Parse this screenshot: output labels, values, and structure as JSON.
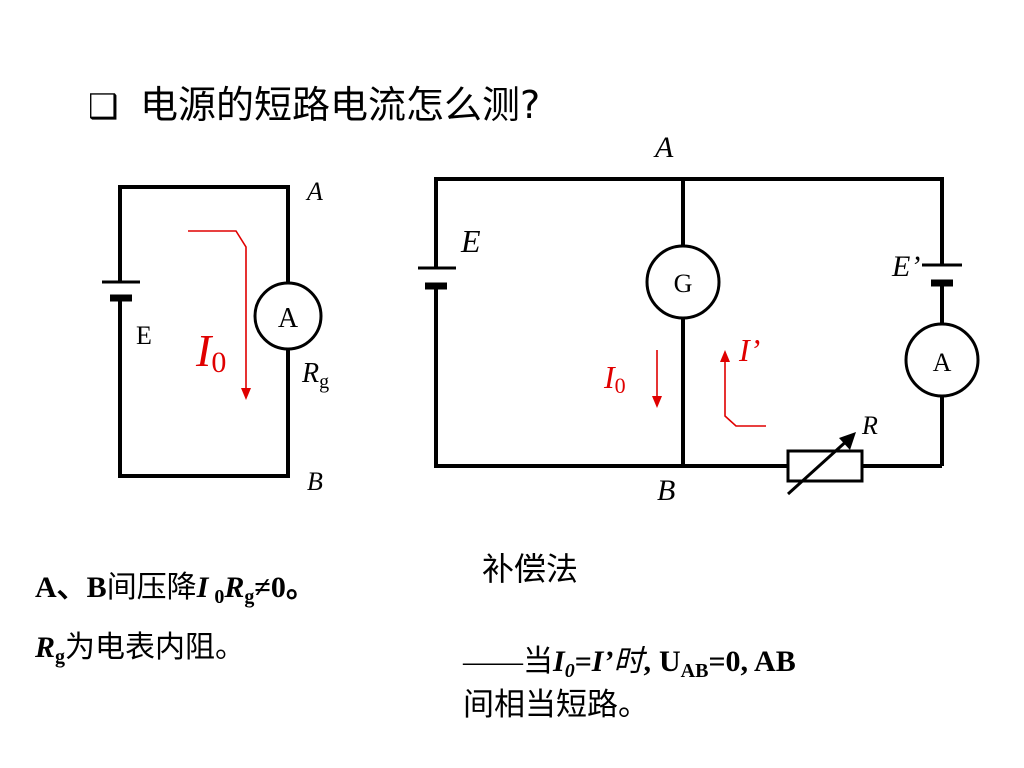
{
  "title": {
    "bullet": "❑",
    "text": "电源的短路电流怎么测?"
  },
  "left_circuit": {
    "node_top": "A",
    "node_bottom": "B",
    "battery_label": "E",
    "ammeter_label": "A",
    "current_symbol": "I",
    "current_subscript": "0",
    "resistance_symbol": "R",
    "resistance_subscript": "g"
  },
  "right_circuit": {
    "node_top": "A",
    "node_bottom": "B",
    "battery_left_label": "E",
    "battery_right_label": "E’",
    "galvanometer_label": "G",
    "ammeter_label": "A",
    "rheostat_label": "R",
    "current_left_symbol": "I",
    "current_left_subscript": "0",
    "current_right_symbol": "I’"
  },
  "notes_left": {
    "line1_prefix": "A、B",
    "line1_mid": "间压降",
    "line1_I": "I",
    "line1_I_sub": "0",
    "line1_R": "R",
    "line1_R_sub": "g",
    "line1_suffix": "≠0。",
    "line2_R": "R",
    "line2_R_sub": "g",
    "line2_text": "为电表内阻。"
  },
  "notes_right": {
    "method": "补偿法",
    "dash": "——",
    "when": "当",
    "I0": "I",
    "I0_sub": "0",
    "eq": "=",
    "Iprime": "I’",
    "shi": "时",
    "comma1": ",",
    "U": "U",
    "U_sub": "AB",
    "eq_zero": "=0,",
    "AB": "AB",
    "line2": "间相当短路。"
  },
  "colors": {
    "wire": "#000000",
    "current_arrow": "#e00000",
    "text": "#000000"
  }
}
